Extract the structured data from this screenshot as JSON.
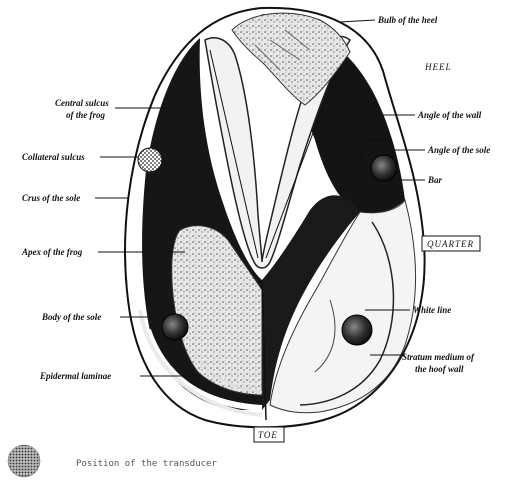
{
  "diagram": {
    "labels": {
      "bulb_of_heel": "Bulb of the heel",
      "heel": "HEEL",
      "central_sulcus_line1": "Central sulcus",
      "central_sulcus_line2": "of the frog",
      "angle_of_wall": "Angle of the wall",
      "collateral_sulcus": "Collateral sulcus",
      "angle_of_sole": "Angle of the sole",
      "crus_of_sole": "Crus of the sole",
      "bar": "Bar",
      "apex_of_frog": "Apex of the frog",
      "quarter": "QUARTER",
      "body_of_sole": "Body of the sole",
      "white_line": "White line",
      "stratum_medium_line1": "Stratum medium of",
      "stratum_medium_line2": "the hoof wall",
      "epidermal_laminae": "Epidermal laminae",
      "toe": "TOE"
    },
    "legend": {
      "text": "Position of the transducer"
    }
  }
}
